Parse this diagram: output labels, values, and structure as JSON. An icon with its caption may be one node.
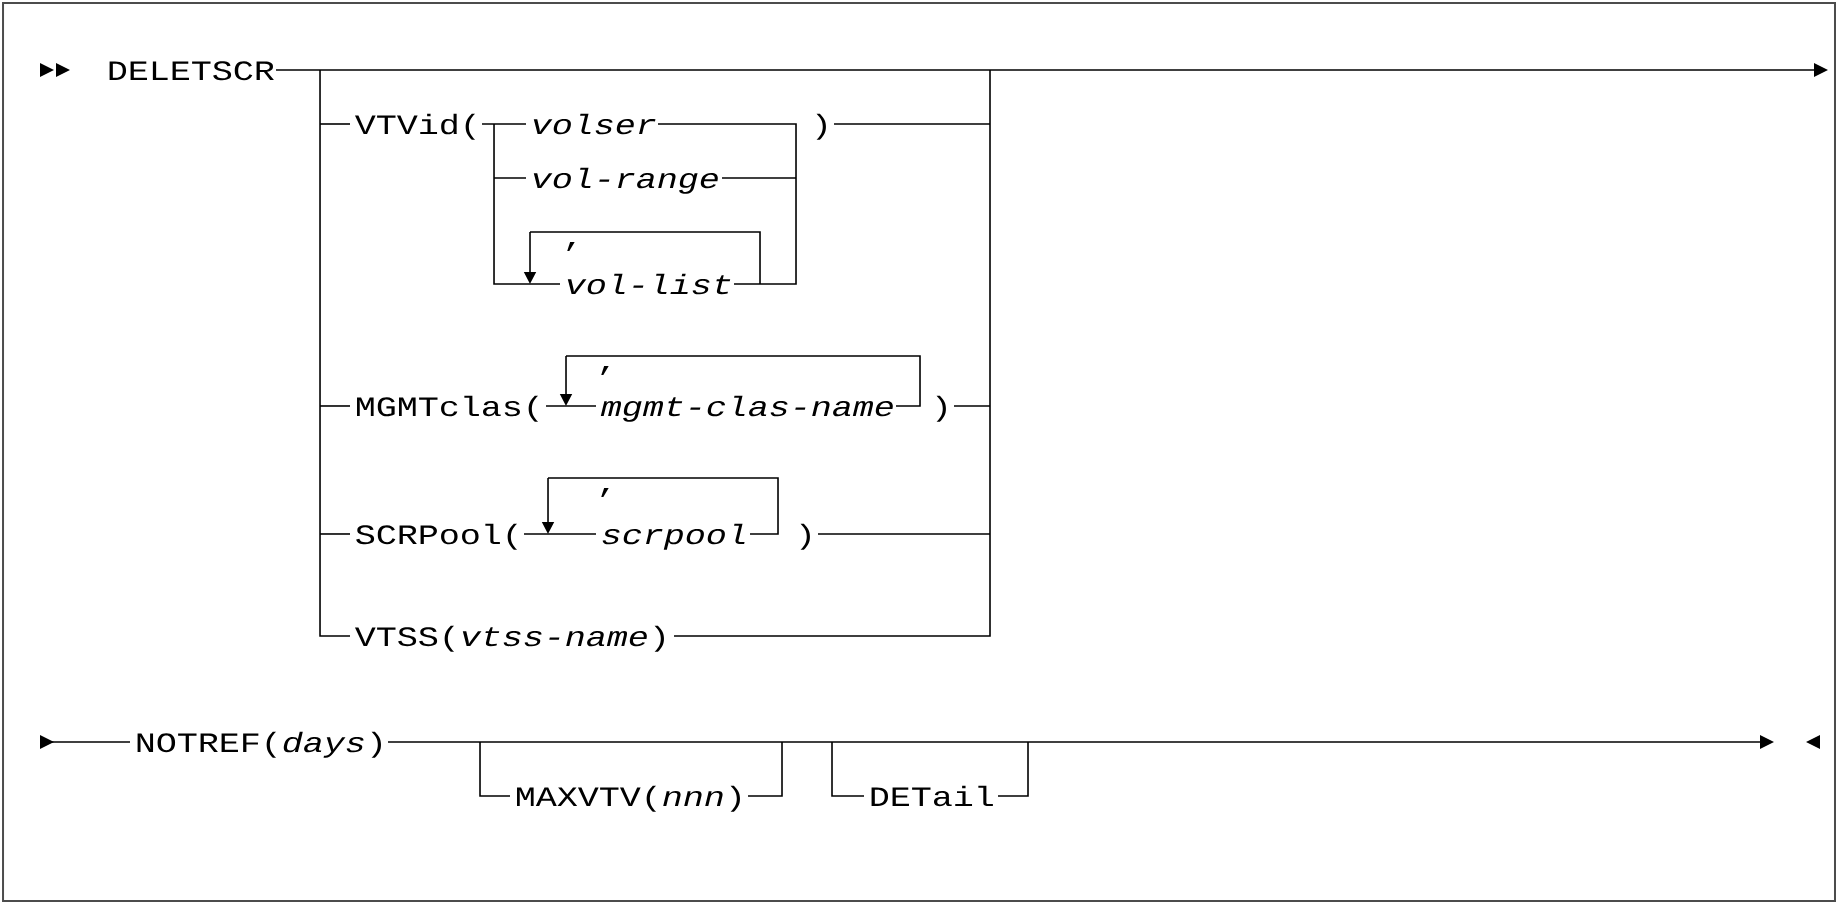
{
  "diagram": {
    "labels": [
      "DELETSCR",
      "VTVid(",
      "volser",
      ")",
      "vol-range",
      ",",
      "vol-list",
      "MGMTclas(",
      ",",
      "mgmt-clas-name",
      ")",
      "SCRPool(",
      ",",
      "scrpool",
      ")",
      "VTSS(*vtss-name*)",
      "NOTREF(*days*)",
      "MAXVTV(*nnn*)",
      "DETail"
    ]
  }
}
